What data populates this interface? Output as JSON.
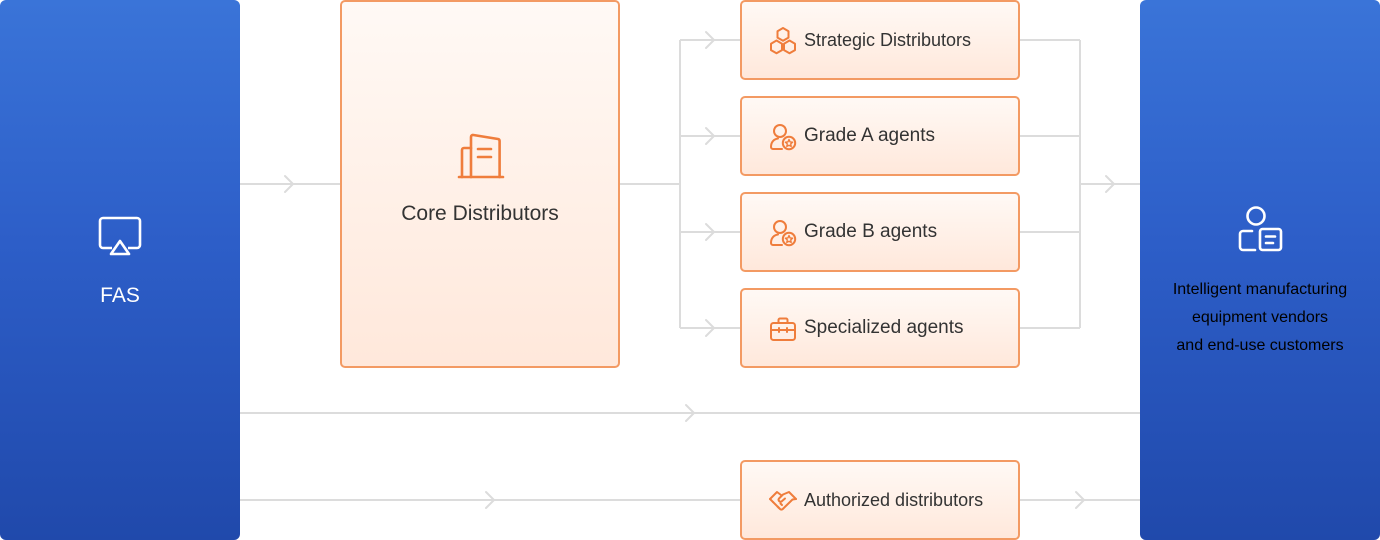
{
  "source": {
    "label": "FAS",
    "icon": "screen-cast-icon"
  },
  "core": {
    "label": "Core Distributors",
    "icon": "building-document-icon"
  },
  "channels": [
    {
      "label": "Strategic Distributors",
      "icon": "hexagon-cluster-icon"
    },
    {
      "label": "Grade A agents",
      "icon": "agent-badge-icon"
    },
    {
      "label": "Grade B agents",
      "icon": "agent-badge-icon"
    },
    {
      "label": "Specialized agents",
      "icon": "briefcase-icon"
    }
  ],
  "authorized": {
    "label": "Authorized distributors",
    "icon": "handshake-icon"
  },
  "destination": {
    "lines": [
      "Intelligent manufacturing",
      "equipment vendors",
      "and end-use customers"
    ],
    "icon": "user-id-card-icon"
  },
  "colors": {
    "panel_blue": "#2d5ec8",
    "box_border": "#f39a63",
    "box_fill": "#ffece2",
    "icon_orange": "#ef7d3c",
    "connector": "#dcdcdc"
  }
}
